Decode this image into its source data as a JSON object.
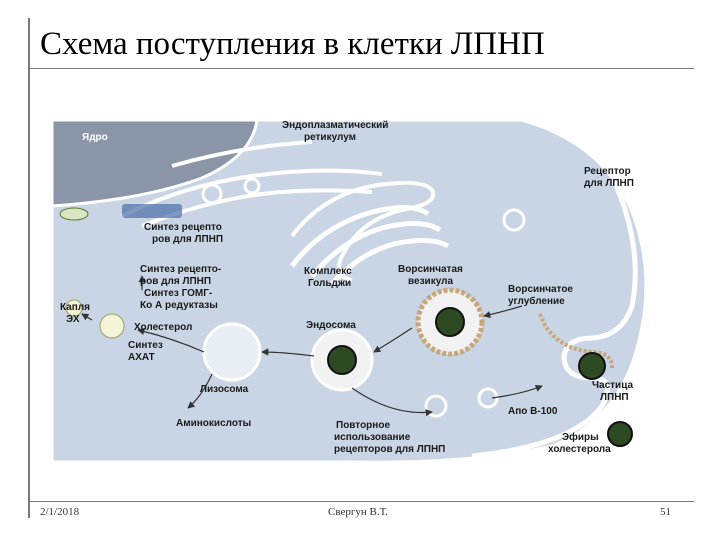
{
  "slide": {
    "title": "Схема поступления в клетки ЛПНП",
    "footer": {
      "date": "2/1/2018",
      "author": "Свергун В.Т.",
      "page": "51"
    }
  },
  "colors": {
    "cell_bg": "#c9d5e4",
    "nucleus": "#8a96a8",
    "membrane": "#ffffff",
    "receptor": "#b8864e",
    "ldl_core": "#2d4a22",
    "vesicle_coat": "#c6a67a",
    "text": "#1a1a1a"
  },
  "diagram": {
    "labels": {
      "nucleus": "Ядро",
      "er_1": "Эндоплазматический",
      "er_2": "ретикулум",
      "receptor_1": "Рецептор",
      "receptor_2": "для ЛПНП",
      "synth_rec_1": "Синтез рецепто",
      "synth_rec_2": "ров для ЛПНП",
      "golgi_1": "Комплекс",
      "golgi_2": "Гольджи",
      "coated_vesicle_1": "Ворсинчатая",
      "coated_vesicle_2": "везикула",
      "coated_pit_1": "Ворсинчатое",
      "coated_pit_2": "углубление",
      "reg_1": "Синтез рецепто-",
      "reg_2": "ров для ЛПНП",
      "reg_3": "Синтез ГОМГ-",
      "reg_4": "Ко А редуктазы",
      "droplet_1": "Капля",
      "droplet_2": "ЭХ",
      "cholesterol": "Холестерол",
      "acat_1": "Синтез",
      "acat_2": "АХАТ",
      "endosome": "Эндосома",
      "lysosome": "Лизосома",
      "amino_acids": "Аминокислоты",
      "recycle_1": "Повторное",
      "recycle_2": "использование",
      "recycle_3": "рецепторов для ЛПНП",
      "ldl_particle_1": "Частица",
      "ldl_particle_2": "ЛПНП",
      "apo": "Апо В-100",
      "esters_1": "Эфиры",
      "esters_2": "холестерола"
    }
  }
}
